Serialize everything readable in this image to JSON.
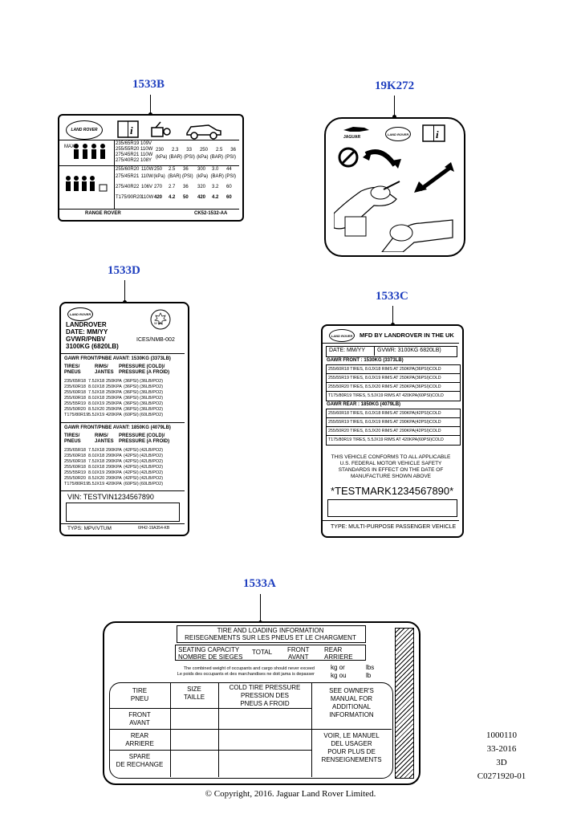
{
  "callouts": {
    "c1533B": "1533B",
    "c19K272": "19K272",
    "c1533D": "1533D",
    "c1533C": "1533C",
    "c1533A": "1533A"
  },
  "label_B": {
    "max": "MAX",
    "rows_top": [
      {
        "tire": "235/65R19",
        "li": "109V"
      },
      {
        "tire": "255/55R20",
        "li": "110W"
      },
      {
        "tire": "275/45R21",
        "li": "110W"
      },
      {
        "tire": "275/40R22",
        "li": "108Y"
      }
    ],
    "top_front": [
      "230",
      "2.3",
      "33"
    ],
    "top_rear": [
      "250",
      "2.5",
      "36"
    ],
    "units": [
      "(kPa)",
      "(BAR)",
      "(PSI)"
    ],
    "rows_mid": [
      {
        "tire": "255/60R20",
        "li": "110W",
        "f": [
          "250",
          "2.5",
          "36"
        ],
        "r": [
          "300",
          "3.0",
          "44"
        ]
      },
      {
        "tire": "275/45R21",
        "li": "110W",
        "f": [
          "",
          "",
          ""
        ],
        "r": [
          "",
          "",
          ""
        ]
      },
      {
        "tire": "275/40R22",
        "li": "106V",
        "f": [
          "270",
          "2.7",
          "36"
        ],
        "r": [
          "320",
          "3.2",
          "60"
        ]
      },
      {
        "tire": "T175/90R20",
        "li": "110W",
        "f": [
          "420",
          "4.2",
          "50"
        ],
        "r": [
          "420",
          "4.2",
          "60"
        ]
      }
    ],
    "footer_left": "RANGE ROVER",
    "footer_right": "CK52-1532-AA"
  },
  "label_19K272": {
    "jaguar": "JAGUAR"
  },
  "label_D": {
    "brand": "LANDROVER",
    "date": "DATE:  MM/YY",
    "gvwr": "GVWR/PNBV",
    "kg": "3100KG  (6820LB)",
    "ices": "ICES/NMB-002",
    "seal": "W 02",
    "front_head": "GAWR FRONT/PNBE AVANT:   1530KG  (3373LB)",
    "rear_head": "GAWR FRONT/PNBE AVANT:     1850KG   (4079LB)",
    "col_heads": [
      "TIRES/",
      "RIMS/",
      "PRESSURE (COLD)/"
    ],
    "col_heads2": [
      "PNEUS",
      "JANTES",
      "PRESSURE  (A FROID)"
    ],
    "front_rows": [
      [
        "235/65R18",
        "7.5JX18",
        "250KPA",
        "(36PSI)",
        "(36LB/PO2)"
      ],
      [
        "235/60R18",
        "8.0JX18",
        "250KPA",
        "(36PSI)",
        "(36LB/PO2)"
      ],
      [
        "255/60R18",
        "7.5JX18",
        "250KPA",
        "(36PSI)",
        "(36LB/PO2)"
      ],
      [
        "255/60R18",
        "8.0JX18",
        "250KPA",
        "(36PSI)",
        "(36LB/PO2)"
      ],
      [
        "255/55R19",
        "8.0JX19",
        "250KPA",
        "(36PSI)",
        "(36LB/PO2)"
      ],
      [
        "255/50R20",
        "8.5JX20",
        "250KPA",
        "(36PSI)",
        "(36LB/PO2)"
      ],
      [
        "T175/80R19",
        "5.5JX19",
        "420KPA",
        "(60PSI)",
        "(60LB/PO2)"
      ]
    ],
    "rear_rows": [
      [
        "235/65R18",
        "7.5JX18",
        "290KPA",
        "(42PSI)",
        "(42LB/PO2)"
      ],
      [
        "235/60R18",
        "8.0JX18",
        "290KPA",
        "(42PSI)",
        "(42LB/PO2)"
      ],
      [
        "255/60R18",
        "7.5JX18",
        "290KPA",
        "(42PSI)",
        "(42LB/PO2)"
      ],
      [
        "255/60R18",
        "8.0JX18",
        "290KPA",
        "(42PSI)",
        "(42LB/PO2)"
      ],
      [
        "255/55R19",
        "8.0JX19",
        "290KPA",
        "(42PSI)",
        "(42LB/PO2)"
      ],
      [
        "255/50R20",
        "8.5JX20",
        "290KPA",
        "(42PSI)",
        "(42LB/PO2)"
      ],
      [
        "T175/80R19",
        "5.5JX19",
        "420KPA",
        "(60PSI)",
        "(60LB/PO2)"
      ]
    ],
    "vin": "VIN:    TESTVIN1234567890",
    "typs": "TYPS:    MPV/VTUM",
    "code": "6H42-19A354-KB"
  },
  "label_C": {
    "mfd": "MFD BY LANDROVER IN THE UK",
    "date": "DATE:   MM/YY",
    "gvwr": "GVWR:    3100KG     6820LB)",
    "front_head": "GAWR FRONT : 1530KG (3373LB)",
    "front_rows": [
      "255/60R18 TIRES, 8.0JX18 RIMS  AT 250KPA(36PSI)COLD",
      "255/55R19 TIRES, 8.0JX19 RIMS  AT 250KPA(36PSI)COLD",
      "255/50R20 TIRES, 8.5JX20 RIMS  AT 250KPA(36PSI)COLD",
      "T175/80R19 TIRES, 5.5JX19 RIMS  AT 420KPA(60PSI)COLD"
    ],
    "rear_head": "GAWR REAR : 1850KG (4079LB)",
    "rear_rows": [
      "255/60R18 TIRES, 8.0JX18 RIMS  AT 290KPA(42PSI)COLD",
      "255/55R19 TIRES, 8.0JX19 RIMS  AT 290KPA(42PSI)COLD",
      "255/50R20 TIRES, 8.5JX20 RIMS  AT 290KPA(42PSI)COLD",
      "T175/80R19 TIRES, 5.5JX19 RIMS  AT 420KPA(60PSI)COLD"
    ],
    "conform": [
      "THIS VEHICLE CONFORMS TO ALL APPLICABLE",
      "U.S. FEDERAL MOTOR VEHICLE SAFETY",
      "STANDARDS IN EFFECT ON THE DATE OF",
      "MANUFACTURE SHOWN ABOVE"
    ],
    "testmark": "TESTMARK1234567890",
    "type": "TYPE: MULTI-PURPOSE PASSENGER VEHICLE"
  },
  "label_A": {
    "title1": "TIRE AND LOADING INFORMATION",
    "title2": "REISEGNEMENTS SUR LES PNEUS ET LE CHARGMENT",
    "seating1": "SEATING CAPACITY",
    "seating2": "NOMBRE DE SIEGES",
    "total": "TOTAL",
    "front1": "FRONT",
    "front2": "AVANT",
    "rear1": "REAR",
    "rear2": "ARRIERE",
    "combined1": "The combined weight of occupants and cargo should never exceed",
    "combined2": "Le poids des occupants et des marchandises ne doit jama is depasser",
    "kgor": "kg or",
    "kgou": "kg ou",
    "lbs": "lbs",
    "lb": "lb",
    "tire": "TIRE",
    "pneu": "PNEU",
    "size": "SIZE",
    "taille": "TAILLE",
    "cold1": "COLD TIRE PRESSURE",
    "cold2": "PRESSION DES",
    "cold3": "PNEUS A FROID",
    "rowfront1": "FRONT",
    "rowfront2": "AVANT",
    "rowrear1": "REAR",
    "rowrear2": "ARRIERE",
    "rowspare1": "SPARE",
    "rowspare2": "DE RECHANGE",
    "see": [
      "SEE OWNER'S",
      "MANUAL FOR",
      "ADDITIONAL",
      "INFORMATION"
    ],
    "voir": [
      "VOIR, LE MANUEL",
      "DEL USAGER",
      "POUR PLUS DE",
      "RENSEIGNEMENTS"
    ]
  },
  "refs": {
    "r1": "1000110",
    "r2": "33-2016",
    "r3": "3D",
    "r4": "C0271920-01"
  },
  "copyright": "© Copyright, 2016. Jaguar Land Rover Limited."
}
